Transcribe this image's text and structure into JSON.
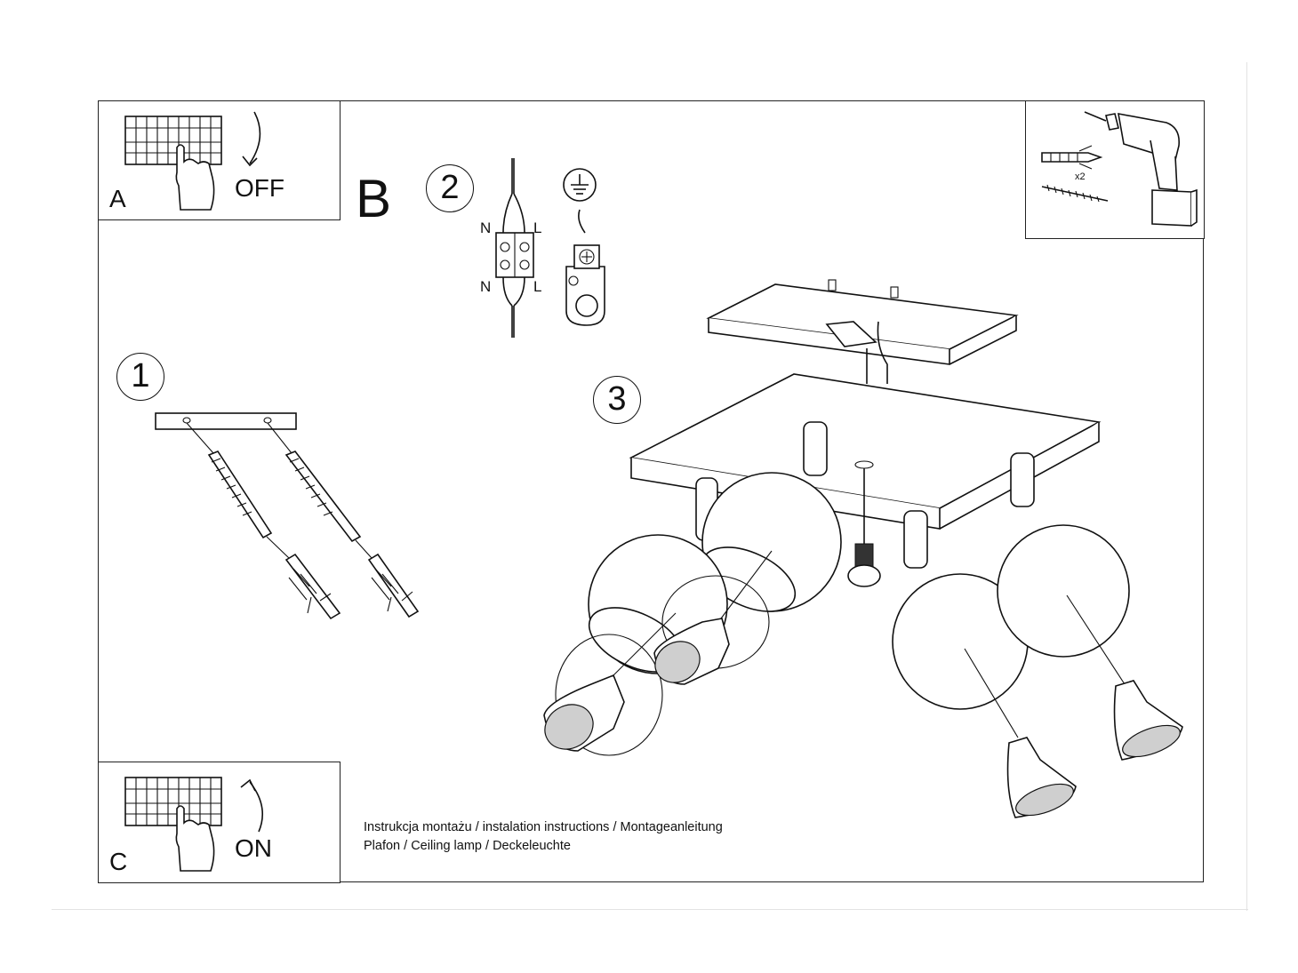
{
  "panel_a": {
    "letter": "A",
    "switch_label": "OFF"
  },
  "panel_b": {
    "letter": "B"
  },
  "panel_c": {
    "letter": "C",
    "switch_label": "ON"
  },
  "steps": [
    "1",
    "2",
    "3"
  ],
  "wiring": {
    "neutral": "N",
    "live": "L"
  },
  "tools": {
    "quantity": "x2"
  },
  "caption": {
    "line1": "Instrukcja montażu / instalation instructions / Montageanleitung",
    "line2": "Plafon / Ceiling lamp / Deckeleuchte"
  }
}
